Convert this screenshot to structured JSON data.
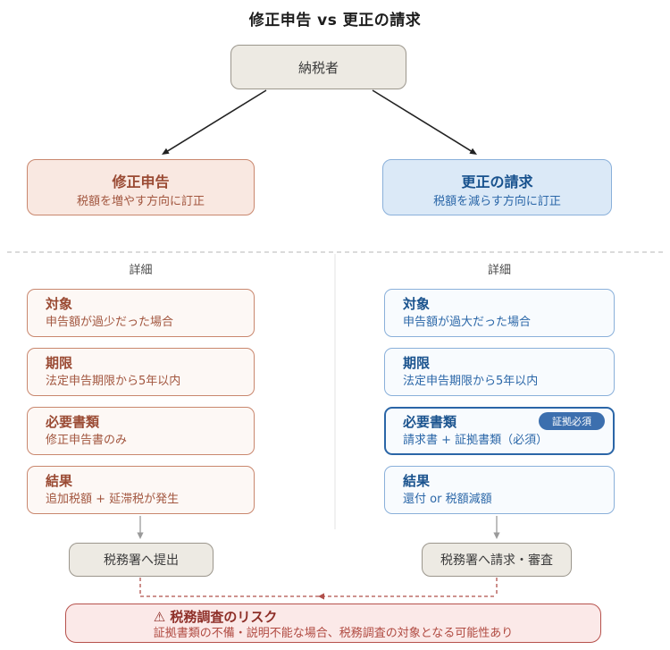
{
  "title": "修正申告 vs 更正の請求",
  "taxpayer": {
    "label": "納税者"
  },
  "left": {
    "title": "修正申告",
    "subtitle": "税額を増やす方向に訂正",
    "section_label": "詳細",
    "items": [
      {
        "title": "対象",
        "body": "申告額が過少だった場合"
      },
      {
        "title": "期限",
        "body": "法定申告期限から5年以内"
      },
      {
        "title": "必要書類",
        "body": "修正申告書のみ"
      },
      {
        "title": "結果",
        "body": "追加税額 + 延滞税が発生"
      }
    ],
    "submit_label": "税務署へ提出"
  },
  "right": {
    "title": "更正の請求",
    "subtitle": "税額を減らす方向に訂正",
    "section_label": "詳細",
    "badge": "証拠必須",
    "items": [
      {
        "title": "対象",
        "body": "申告額が過大だった場合"
      },
      {
        "title": "期限",
        "body": "法定申告期限から5年以内"
      },
      {
        "title": "必要書類",
        "body": "請求書 + 証拠書類（必須）"
      },
      {
        "title": "結果",
        "body": "還付 or 税額減額"
      }
    ],
    "submit_label": "税務署へ請求・審査"
  },
  "risk": {
    "icon": "⚠",
    "title": "税務調査のリスク",
    "body": "証拠書類の不備・説明不能な場合、税務調査の対象となる可能性あり"
  },
  "colors": {
    "red_accent": "#9a4a33",
    "red_fill": "#f9e8e1",
    "red_border": "#c9876e",
    "blue_accent": "#17518d",
    "blue_fill": "#dbe9f7",
    "blue_border": "#8ab0da",
    "blue_strong_border": "#2b66a7",
    "badge_fill": "#3c6fae",
    "risk_border": "#b6514c",
    "risk_fill": "#fbe9e8",
    "neutral_fill": "#edeae3",
    "neutral_border": "#9b968c"
  }
}
